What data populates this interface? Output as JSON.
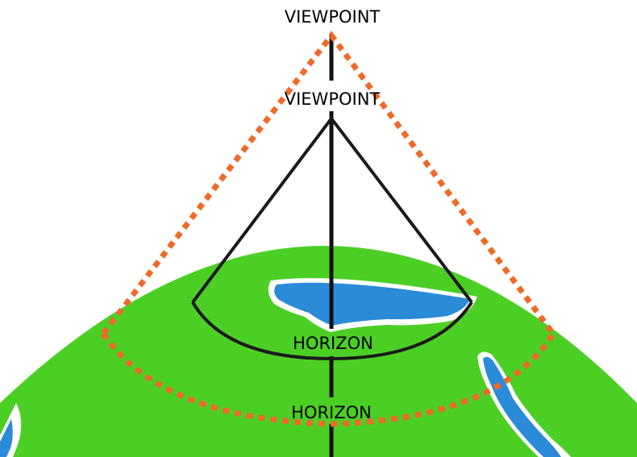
{
  "labels": {
    "far_viewpoint": "VIEWPOINT",
    "near_viewpoint": "VIEWPOINT",
    "near_horizon": "HORIZON",
    "far_horizon": "HORIZON"
  },
  "colors": {
    "land": "#4ccf25",
    "water": "#2a8bd8",
    "shore": "#ffffff",
    "far_view_dotted": "#ee6a2a",
    "near_view_line": "#1a1a1a",
    "axis": "#111111"
  }
}
